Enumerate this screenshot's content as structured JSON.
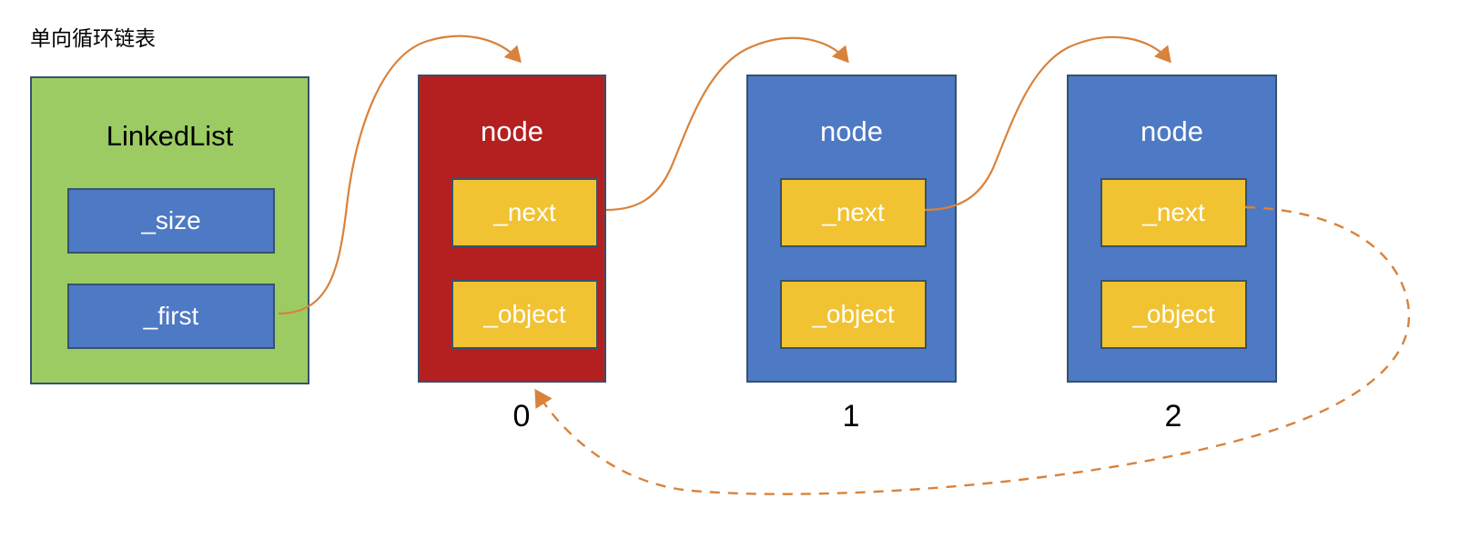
{
  "diagram": {
    "title": "单向循环链表",
    "colors": {
      "green": "#9CCB63",
      "blue": "#4E79C4",
      "red": "#B42020",
      "yellow": "#F1C232",
      "border": "#35526e",
      "arrow": "#D9823B",
      "background": "#ffffff",
      "text_dark": "#000000",
      "text_light": "#ffffff"
    }
  },
  "linkedlist": {
    "title": "LinkedList",
    "fields": [
      {
        "label": "_size"
      },
      {
        "label": "_first"
      }
    ]
  },
  "nodes": [
    {
      "title": "node",
      "index_label": "0",
      "color": "red",
      "fields": [
        {
          "label": "_next"
        },
        {
          "label": "_object"
        }
      ]
    },
    {
      "title": "node",
      "index_label": "1",
      "color": "blue",
      "fields": [
        {
          "label": "_next"
        },
        {
          "label": "_object"
        }
      ]
    },
    {
      "title": "node",
      "index_label": "2",
      "color": "blue",
      "fields": [
        {
          "label": "_next"
        },
        {
          "label": "_object"
        }
      ]
    }
  ],
  "arrows": [
    {
      "name": "first-to-node0",
      "style": "solid",
      "from": "_first",
      "to": "node 0"
    },
    {
      "name": "node0-next-to-node1",
      "style": "solid",
      "from": "node 0 _next",
      "to": "node 1"
    },
    {
      "name": "node1-next-to-node2",
      "style": "solid",
      "from": "node 1 _next",
      "to": "node 2"
    },
    {
      "name": "node2-next-to-node0",
      "style": "dashed",
      "from": "node 2 _next",
      "to": "node 0"
    }
  ]
}
